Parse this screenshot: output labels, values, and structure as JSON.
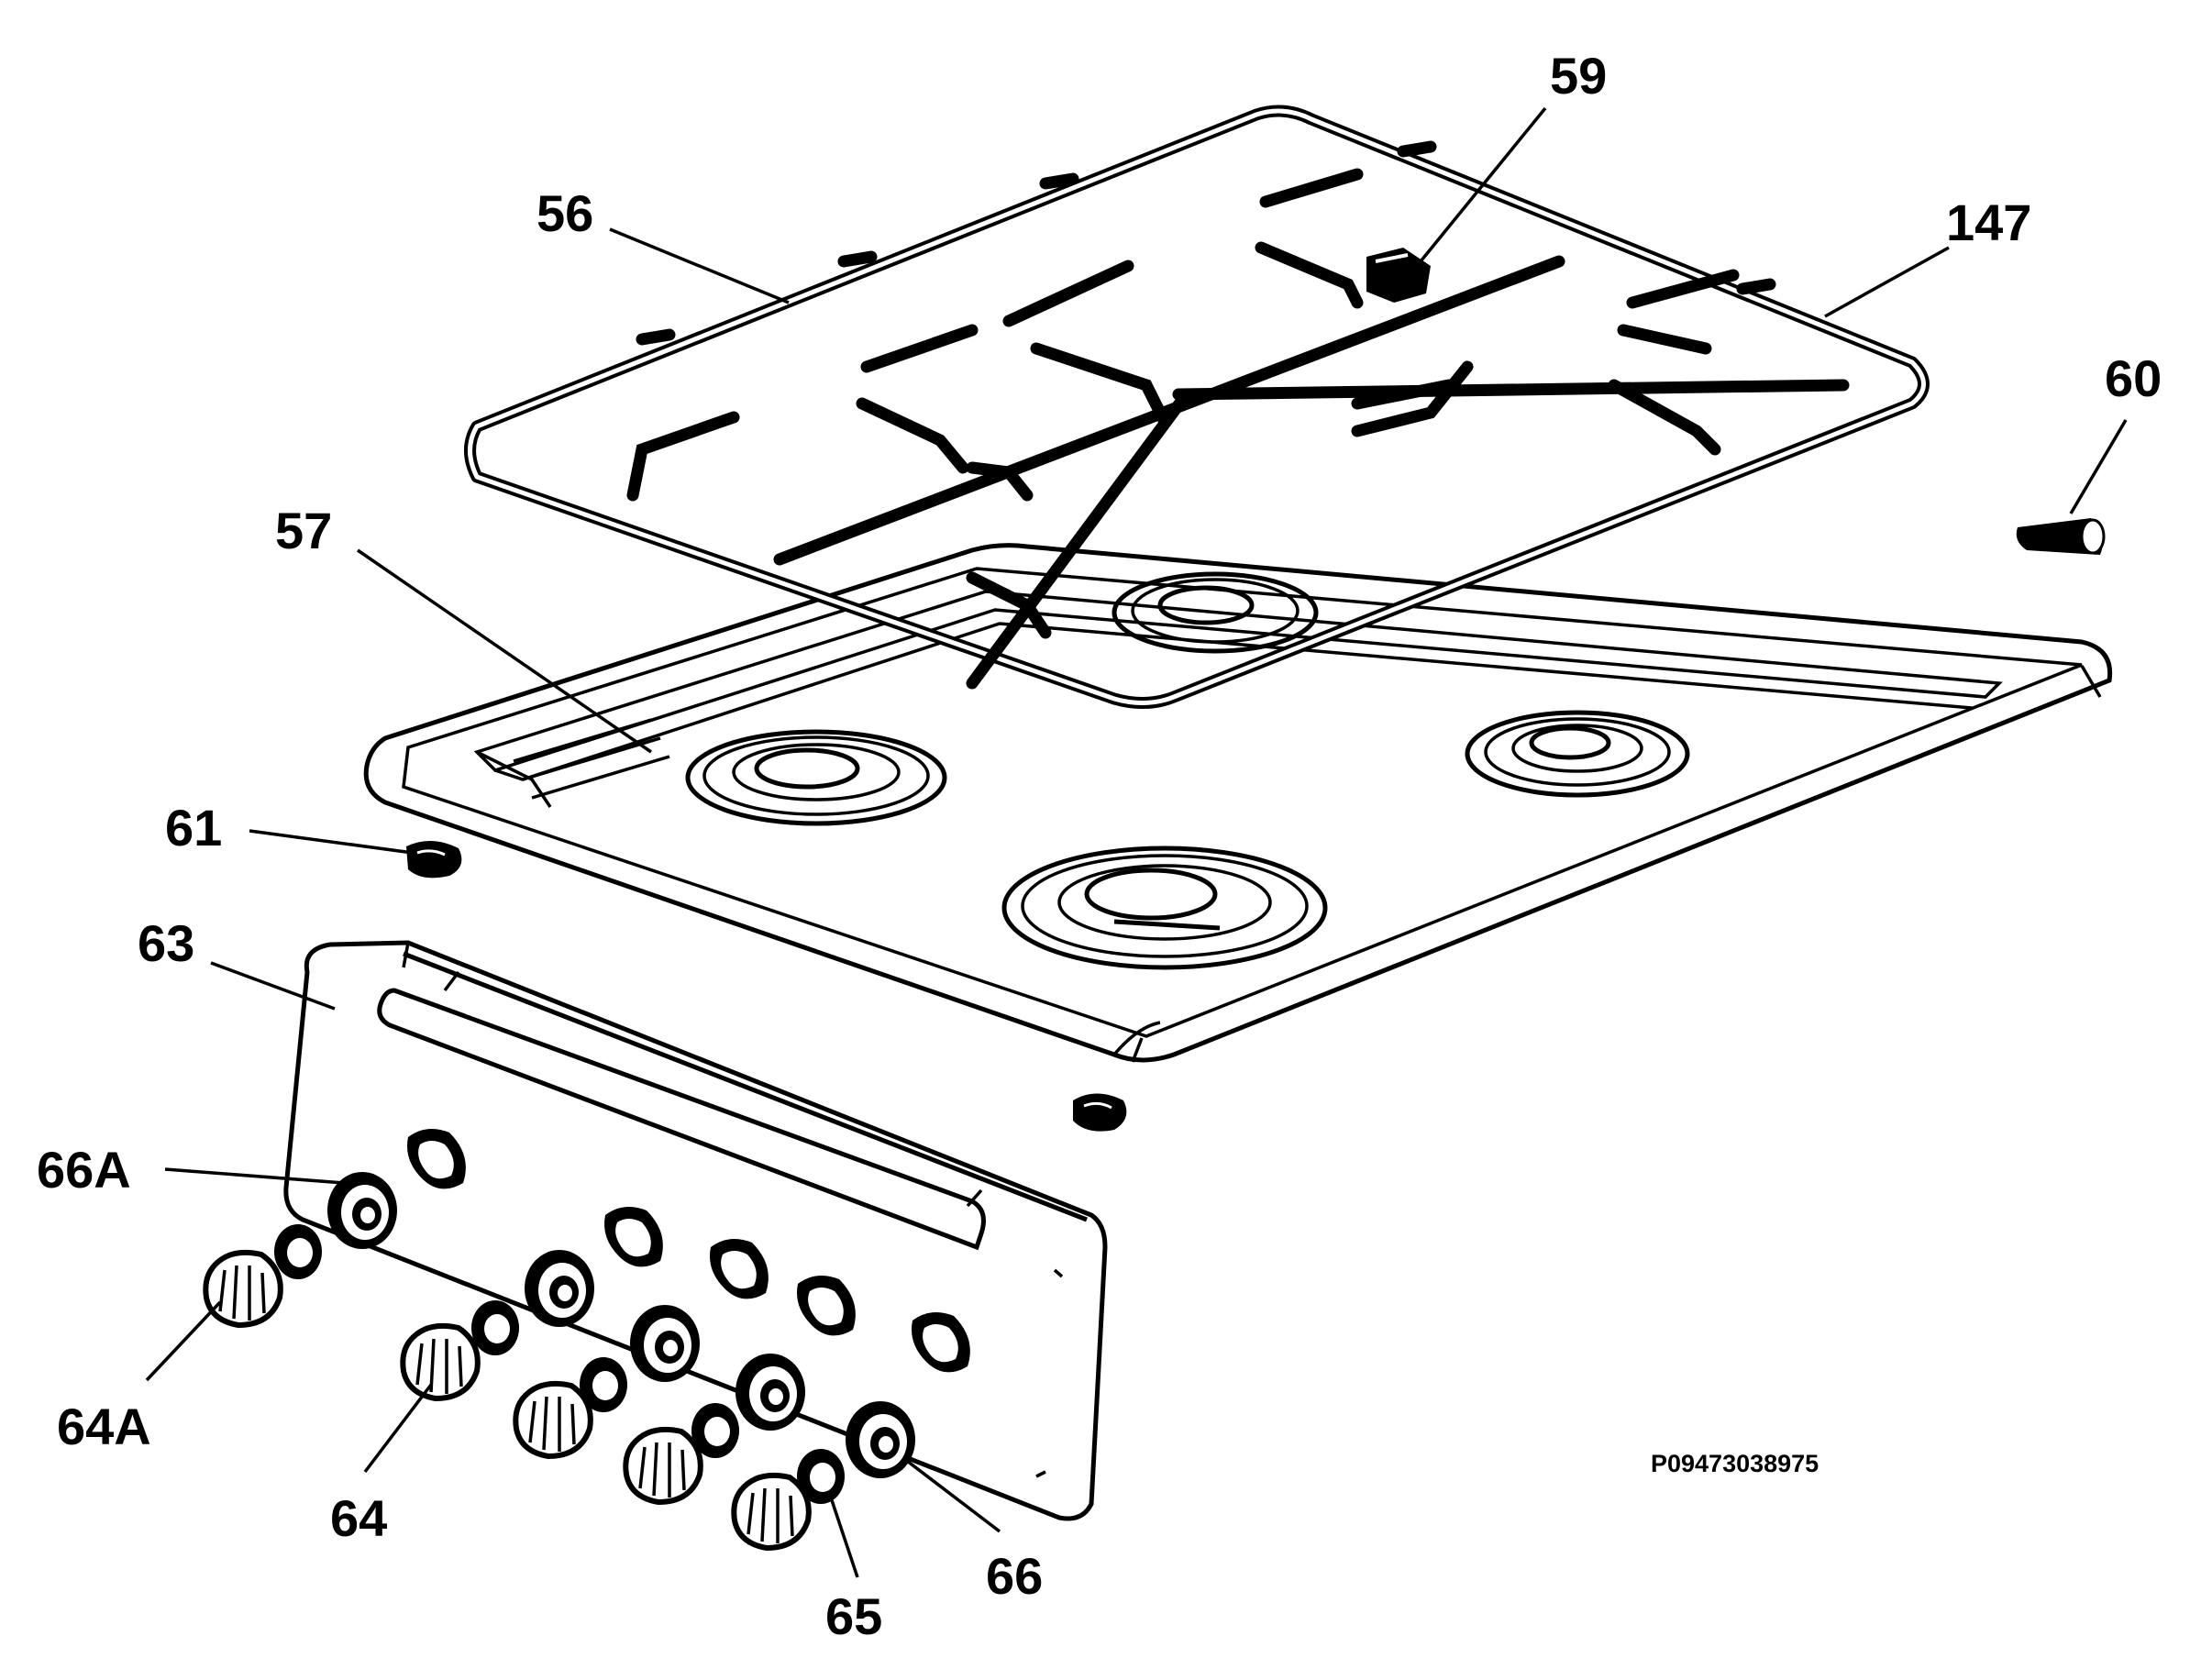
{
  "callouts": {
    "c56": "56",
    "c57": "57",
    "c59": "59",
    "c147": "147",
    "c60": "60",
    "c61": "61",
    "c63": "63",
    "c66A": "66A",
    "c64A": "64A",
    "c64": "64",
    "c65": "65",
    "c66": "66"
  },
  "reference_code": "P09473038975"
}
